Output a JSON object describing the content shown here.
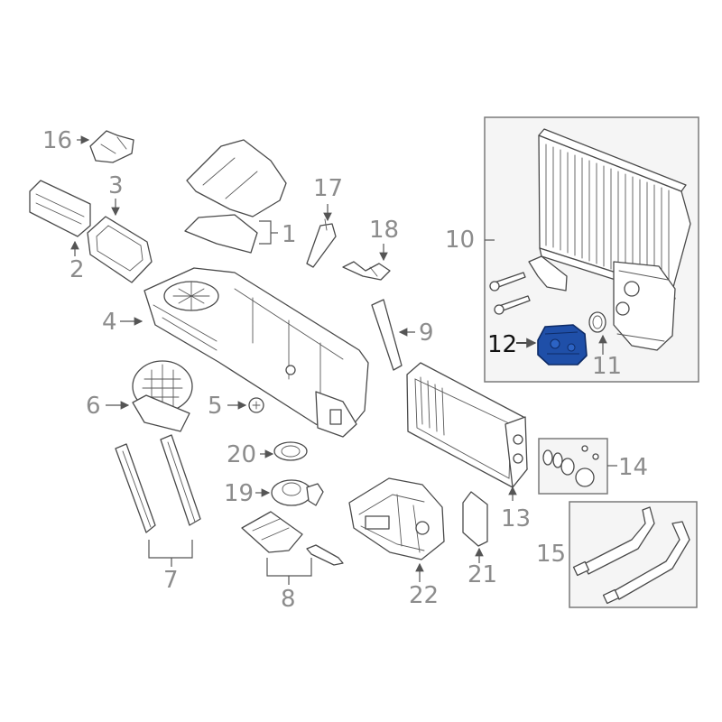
{
  "diagram": {
    "highlight_color": "#1f4fa8",
    "callouts": [
      {
        "id": "c1",
        "label": "1"
      },
      {
        "id": "c2",
        "label": "2"
      },
      {
        "id": "c3",
        "label": "3"
      },
      {
        "id": "c4",
        "label": "4"
      },
      {
        "id": "c5",
        "label": "5"
      },
      {
        "id": "c6",
        "label": "6"
      },
      {
        "id": "c7",
        "label": "7"
      },
      {
        "id": "c8",
        "label": "8"
      },
      {
        "id": "c9",
        "label": "9"
      },
      {
        "id": "c10",
        "label": "10"
      },
      {
        "id": "c11",
        "label": "11"
      },
      {
        "id": "c12",
        "label": "12"
      },
      {
        "id": "c13",
        "label": "13"
      },
      {
        "id": "c14",
        "label": "14"
      },
      {
        "id": "c15",
        "label": "15"
      },
      {
        "id": "c16",
        "label": "16"
      },
      {
        "id": "c17",
        "label": "17"
      },
      {
        "id": "c18",
        "label": "18"
      },
      {
        "id": "c19",
        "label": "19"
      },
      {
        "id": "c20",
        "label": "20"
      },
      {
        "id": "c21",
        "label": "21"
      },
      {
        "id": "c22",
        "label": "22"
      }
    ],
    "highlighted_callout": "12"
  }
}
